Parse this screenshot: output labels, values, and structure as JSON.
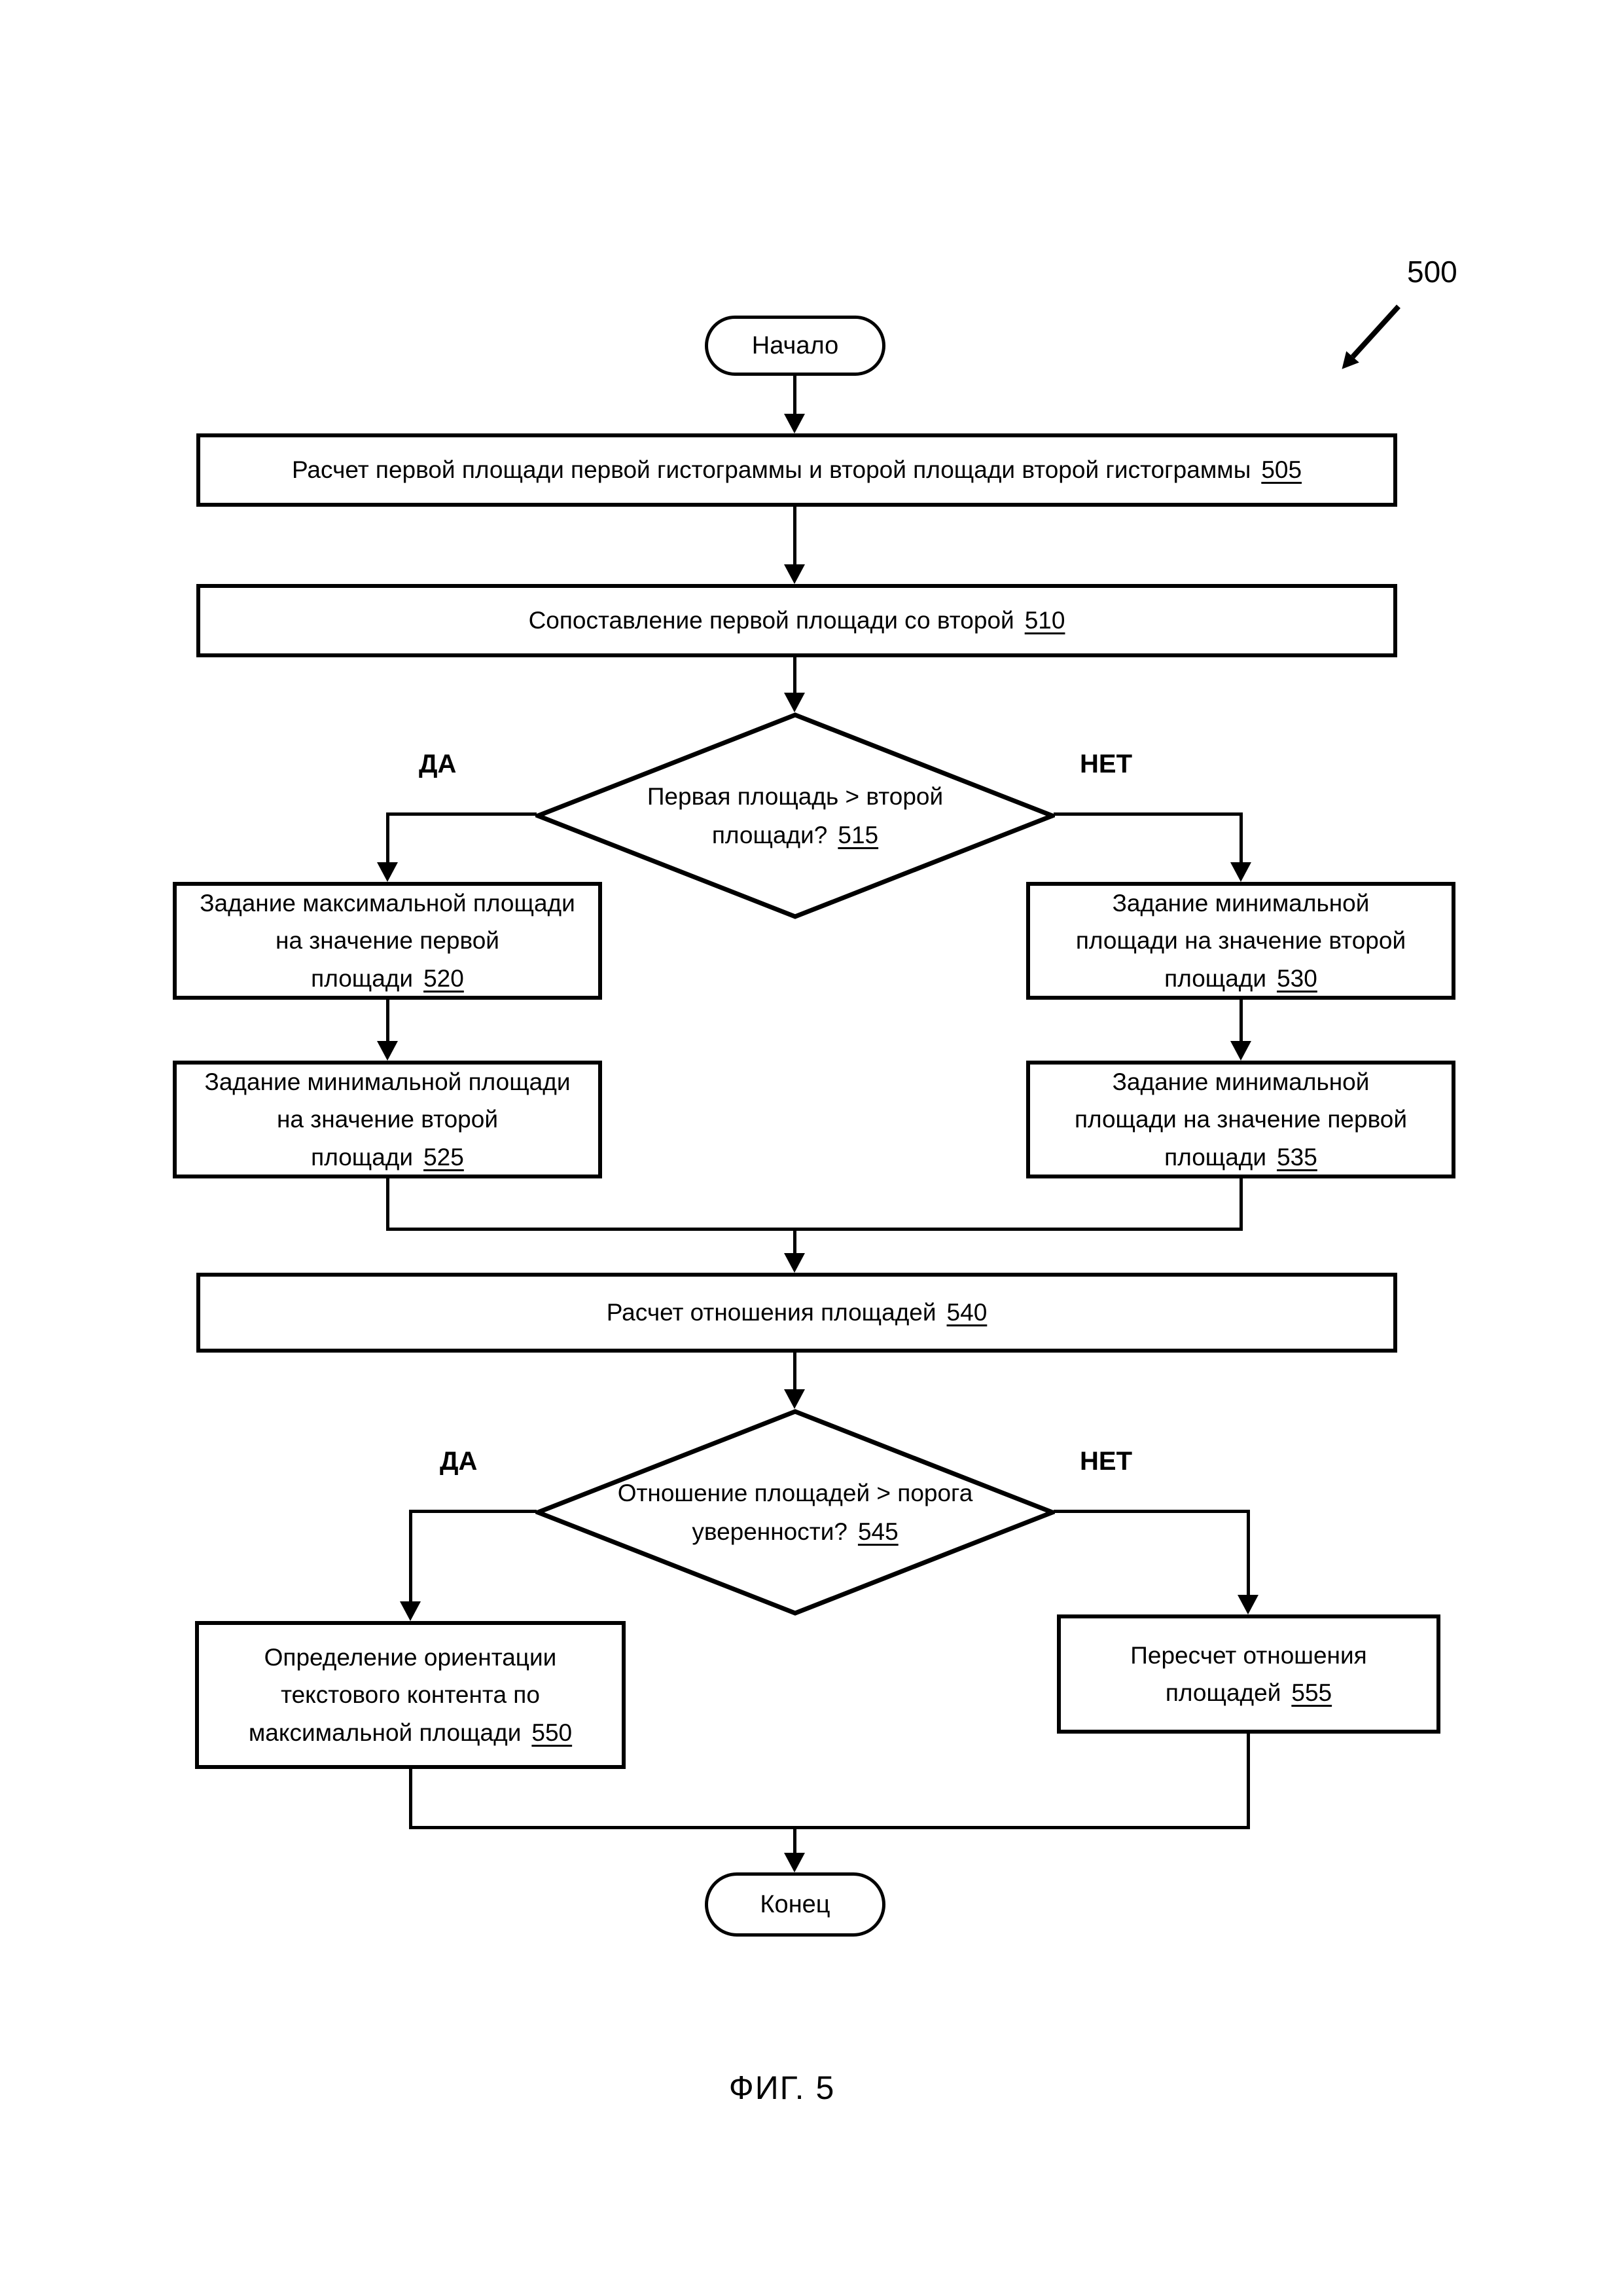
{
  "figure": {
    "reference_number": "500",
    "caption": "ФИГ. 5"
  },
  "colors": {
    "ink": "#000000",
    "background": "#ffffff"
  },
  "branch_labels": {
    "yes": "ДА",
    "no": "НЕТ"
  },
  "nodes": {
    "start": {
      "label": "Начало"
    },
    "end": {
      "label": "Конец"
    },
    "box505": {
      "line1": "Расчет первой площади первой гистограммы и второй площади второй гистограммы",
      "ref": "505"
    },
    "box510": {
      "line1": "Сопоставление первой площади со второй",
      "ref": "510"
    },
    "diamond515": {
      "line1": "Первая площадь > второй",
      "line2": "площади?",
      "ref": "515"
    },
    "box520": {
      "line1": "Задание максимальной площади",
      "line2": "на значение первой",
      "line3": "площади",
      "ref": "520"
    },
    "box530": {
      "line1": "Задание минимальной",
      "line2": "площади на значение второй",
      "line3": "площади",
      "ref": "530"
    },
    "box525": {
      "line1": "Задание минимальной площади",
      "line2": "на значение второй",
      "line3": "площади",
      "ref": "525"
    },
    "box535": {
      "line1": "Задание минимальной",
      "line2": "площади на значение первой",
      "line3": "площади",
      "ref": "535"
    },
    "box540": {
      "line1": "Расчет отношения площадей",
      "ref": "540"
    },
    "diamond545": {
      "line1": "Отношение площадей > порога",
      "line2": "уверенности?",
      "ref": "545"
    },
    "box550": {
      "line1": "Определение ориентации",
      "line2": "текстового контента по",
      "line3": "максимальной площади",
      "ref": "550"
    },
    "box555": {
      "line1": "Пересчет отношения",
      "line2": "площадей",
      "ref": "555"
    }
  }
}
